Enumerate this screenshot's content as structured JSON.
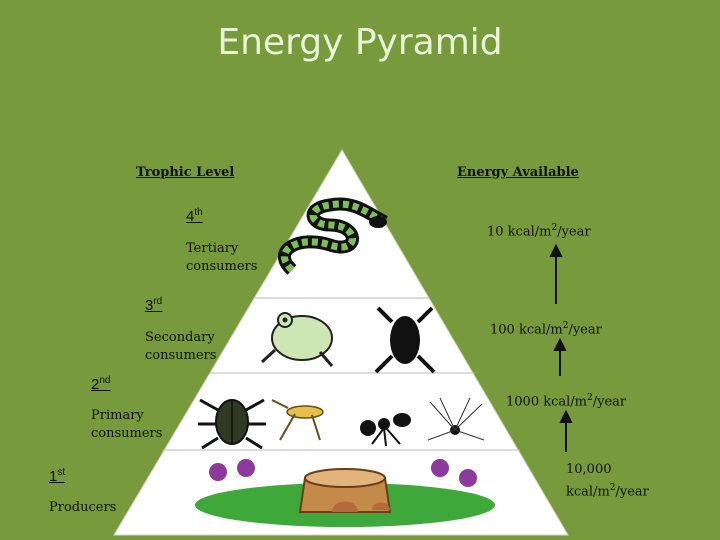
{
  "title": "Energy Pyramid",
  "headers": {
    "trophic": "Trophic Level",
    "energy": "Energy Available"
  },
  "levels": [
    {
      "ord_num": "4",
      "ord_suffix": "th",
      "name_line1": "Tertiary",
      "name_line2": "consumers"
    },
    {
      "ord_num": "3",
      "ord_suffix": "rd",
      "name_line1": "Secondary",
      "name_line2": "consumers"
    },
    {
      "ord_num": "2",
      "ord_suffix": "nd",
      "name_line1": "Primary",
      "name_line2": "consumers"
    },
    {
      "ord_num": "1",
      "ord_suffix": "st",
      "name_line1": "Producers",
      "name_line2": ""
    }
  ],
  "energy": [
    {
      "pre": "10 kcal/m",
      "exp": "2",
      "post": "/year"
    },
    {
      "pre": "100 kcal/m",
      "exp": "2",
      "post": "/year"
    },
    {
      "pre": "1000 kcal/m",
      "exp": "2",
      "post": "/year"
    },
    {
      "line1": "10,000",
      "pre": "kcal/m",
      "exp": "2",
      "post": "/year"
    }
  ],
  "colors": {
    "background": "#769a3c",
    "pyramid": "#ffffff",
    "title": "#e9f3d8"
  }
}
